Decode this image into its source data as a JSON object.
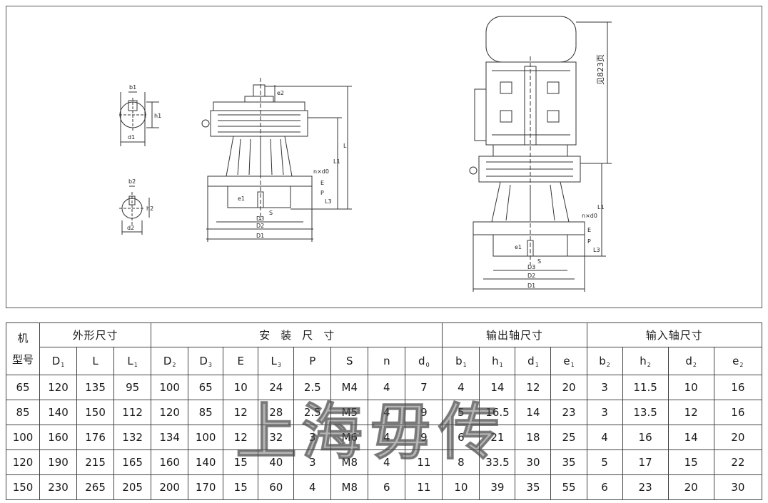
{
  "drawing": {
    "key_labels": {
      "b1": "b1",
      "h1": "h1",
      "d1": "d1",
      "b2": "b2",
      "h2": "h2",
      "d2": "d2"
    },
    "front_labels": {
      "e2": "e2",
      "n_d0": "n×d0",
      "E": "E",
      "P": "P",
      "L3": "L3",
      "L1": "L1",
      "L": "L",
      "e1": "e1",
      "S": "S",
      "D3": "D3",
      "D2": "D2",
      "D1": "D1"
    },
    "motor_labels": {
      "ref_page": "见823页",
      "L1": "L1",
      "n_d0": "n×d0",
      "E": "E",
      "P": "P",
      "L3": "L3",
      "e1": "e1",
      "S": "S",
      "D3": "D3",
      "D2": "D2",
      "D1": "D1"
    }
  },
  "table": {
    "header_model": "机\n型号",
    "groups": {
      "outline": "外形尺寸",
      "install": "安　装　尺　寸",
      "output_shaft": "输出轴尺寸",
      "input_shaft": "输入轴尺寸"
    },
    "columns": [
      {
        "main": "D",
        "sub": "1"
      },
      {
        "main": "L",
        "sub": ""
      },
      {
        "main": "L",
        "sub": "1"
      },
      {
        "main": "D",
        "sub": "2"
      },
      {
        "main": "D",
        "sub": "3"
      },
      {
        "main": "E",
        "sub": ""
      },
      {
        "main": "L",
        "sub": "3"
      },
      {
        "main": "P",
        "sub": ""
      },
      {
        "main": "S",
        "sub": ""
      },
      {
        "main": "n",
        "sub": ""
      },
      {
        "main": "d",
        "sub": "0"
      },
      {
        "main": "b",
        "sub": "1"
      },
      {
        "main": "h",
        "sub": "1"
      },
      {
        "main": "d",
        "sub": "1"
      },
      {
        "main": "e",
        "sub": "1"
      },
      {
        "main": "b",
        "sub": "2"
      },
      {
        "main": "h",
        "sub": "2"
      },
      {
        "main": "d",
        "sub": "2"
      },
      {
        "main": "e",
        "sub": "2"
      }
    ],
    "rows": [
      [
        "65",
        "120",
        "135",
        "95",
        "100",
        "65",
        "10",
        "24",
        "2.5",
        "M4",
        "4",
        "7",
        "4",
        "14",
        "12",
        "20",
        "3",
        "11.5",
        "10",
        "16"
      ],
      [
        "85",
        "140",
        "150",
        "112",
        "120",
        "85",
        "12",
        "28",
        "2.5",
        "M5",
        "4",
        "9",
        "5",
        "16.5",
        "14",
        "23",
        "3",
        "13.5",
        "12",
        "16"
      ],
      [
        "100",
        "160",
        "176",
        "132",
        "134",
        "100",
        "12",
        "32",
        "3",
        "M6",
        "4",
        "9",
        "6",
        "21",
        "18",
        "25",
        "4",
        "16",
        "14",
        "20"
      ],
      [
        "120",
        "190",
        "215",
        "165",
        "160",
        "140",
        "15",
        "40",
        "3",
        "M8",
        "4",
        "11",
        "8",
        "33.5",
        "30",
        "35",
        "5",
        "17",
        "15",
        "22"
      ],
      [
        "150",
        "230",
        "265",
        "205",
        "200",
        "170",
        "15",
        "60",
        "4",
        "M8",
        "6",
        "11",
        "10",
        "39",
        "35",
        "55",
        "6",
        "23",
        "20",
        "30"
      ]
    ]
  },
  "watermark": {
    "chars": [
      "上",
      "海",
      "毋",
      "传"
    ]
  }
}
